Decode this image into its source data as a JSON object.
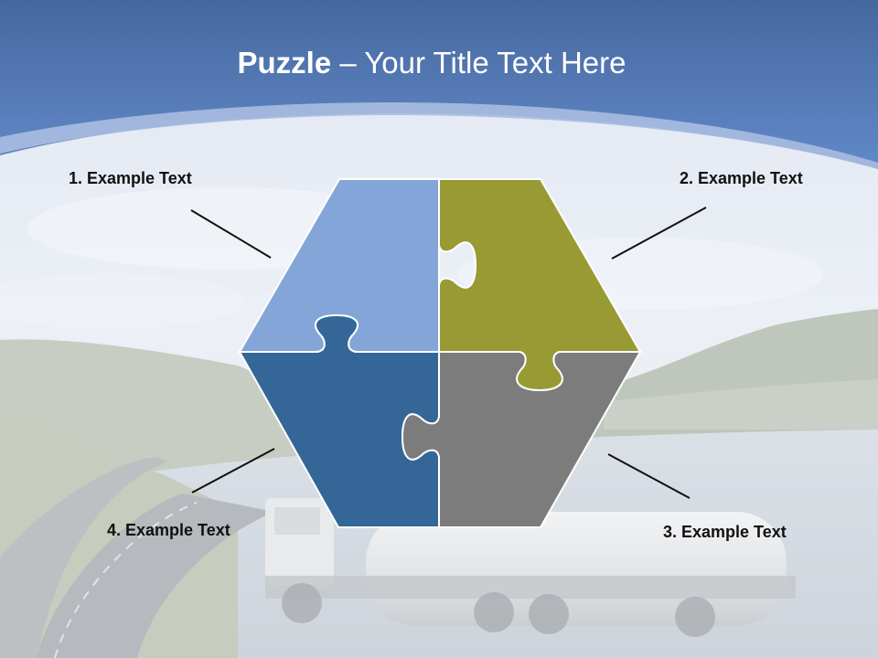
{
  "slide": {
    "title_bold": "Puzzle",
    "title_rest": "  – Your Title Text Here"
  },
  "labels": {
    "item1": "1. Example Text",
    "item2": "2. Example Text",
    "item3": "3. Example Text",
    "item4": "4. Example Text"
  },
  "colors": {
    "header_blue": "#5a82c3",
    "piece_top_left": "#84a5d7",
    "piece_top_right": "#989a33",
    "piece_bottom_left": "#346798",
    "piece_bottom_right": "#7c7c7c"
  }
}
